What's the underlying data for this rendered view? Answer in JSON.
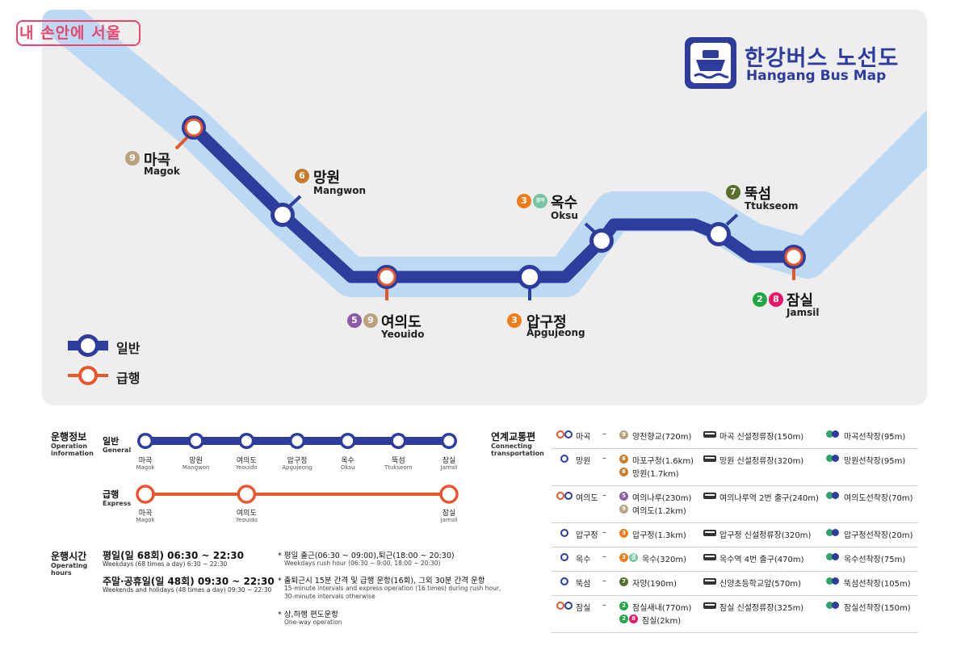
{
  "brand": {
    "text": "내 손안에 서울"
  },
  "title": {
    "ko": "한강버스 노선도",
    "en": "Hangang Bus Map"
  },
  "colors": {
    "general": "#2e3c9e",
    "express": "#e8572b",
    "river": "#bcd8f2",
    "panel": "#eeeeee"
  },
  "legend": {
    "general": "일반",
    "express": "급행"
  },
  "stations": [
    {
      "ko": "마곡",
      "en": "Magok",
      "lines": [
        {
          "label": "9",
          "color": "#b8a37e"
        }
      ]
    },
    {
      "ko": "망원",
      "en": "Mangwon",
      "lines": [
        {
          "label": "6",
          "color": "#c87b2c"
        }
      ]
    },
    {
      "ko": "여의도",
      "en": "Yeouido",
      "lines": [
        {
          "label": "5",
          "color": "#8c5aa8"
        },
        {
          "label": "9",
          "color": "#b8a37e"
        }
      ]
    },
    {
      "ko": "압구정",
      "en": "Apgujeong",
      "lines": [
        {
          "label": "3",
          "color": "#ef7c1c"
        }
      ]
    },
    {
      "ko": "옥수",
      "en": "Oksu",
      "lines": [
        {
          "label": "3",
          "color": "#ef7c1c"
        },
        {
          "label": "경의",
          "color": "#77c4a3"
        }
      ]
    },
    {
      "ko": "뚝섬",
      "en": "Ttukseom",
      "lines": [
        {
          "label": "7",
          "color": "#5a6e2e"
        }
      ]
    },
    {
      "ko": "잠실",
      "en": "Jamsil",
      "lines": [
        {
          "label": "2",
          "color": "#22a644"
        },
        {
          "label": "8",
          "color": "#e6186c"
        }
      ]
    }
  ],
  "operation": {
    "title_ko": "운행정보",
    "title_en": "Operation information",
    "general_ko": "일반",
    "general_en": "General",
    "express_ko": "급행",
    "express_en": "Express"
  },
  "hours": {
    "title_ko": "운행시간",
    "title_en": "Operating hours",
    "weekday": "평일(일 68회) 06:30 ~ 22:30",
    "weekday_en": "Weekdays (68 times a day) 6:30 ~ 22:30",
    "weekend": "주말·공휴일(일 48회) 09:30 ~ 22:30",
    "weekend_en": "Weekends and holidays (48 times a day) 09:30 ~ 22:30",
    "notes": [
      {
        "ko": "* 평일 출근(06:30 ~ 09:00),퇴근(18:00 ~ 20:30)",
        "en": "Weekdays rush hour (06:30 ~ 9:00, 18:00 ~ 20:30)"
      },
      {
        "ko": "* 출퇴근시 15분 간격 및 급행 운항(16회), 그외 30분 간격 운항",
        "en": "15-minute intervals and express operation (16 times) during rush hour,",
        "en2": "30-minute intervals otherwise"
      },
      {
        "ko": "* 상,하행 편도운항",
        "en": "One-way operation"
      }
    ]
  },
  "connect": {
    "title_ko": "연계교통편",
    "title_en": "Connecting transportation",
    "dash": "–",
    "rows": [
      {
        "station": "마곡",
        "express": true,
        "subway": [
          {
            "badges": [
              {
                "label": "9",
                "color": "#b8a37e"
              }
            ],
            "text": "양천향교(720m)"
          }
        ],
        "bus": "마곡 신설정류장(150m)",
        "ferry": "마곡선착장(95m)"
      },
      {
        "station": "망원",
        "express": false,
        "subway": [
          {
            "badges": [
              {
                "label": "6",
                "color": "#c87b2c"
              }
            ],
            "text": "마포구청(1.6km)"
          },
          {
            "badges": [
              {
                "label": "6",
                "color": "#c87b2c"
              }
            ],
            "text": "망원(1.7km)"
          }
        ],
        "bus": "망원 신설정류장(320m)",
        "ferry": "망원선착장(95m)"
      },
      {
        "station": "여의도",
        "express": true,
        "subway": [
          {
            "badges": [
              {
                "label": "5",
                "color": "#8c5aa8"
              }
            ],
            "text": "여의나루(230m)"
          },
          {
            "badges": [
              {
                "label": "9",
                "color": "#b8a37e"
              }
            ],
            "text": "여의도(1.2km)"
          }
        ],
        "bus": "여의나루역 2번 출구(240m)",
        "ferry": "여의도선착장(70m)"
      },
      {
        "station": "압구정",
        "express": false,
        "subway": [
          {
            "badges": [
              {
                "label": "3",
                "color": "#ef7c1c"
              }
            ],
            "text": "압구정(1.3km)"
          }
        ],
        "bus": "압구정 신설정류장(320m)",
        "ferry": "압구정선착장(20m)"
      },
      {
        "station": "옥수",
        "express": false,
        "subway": [
          {
            "badges": [
              {
                "label": "3",
                "color": "#ef7c1c"
              },
              {
                "label": "경",
                "color": "#77c4a3"
              }
            ],
            "text": "옥수(320m)"
          }
        ],
        "bus": "옥수역 4번 출구(470m)",
        "ferry": "옥수선착장(75m)"
      },
      {
        "station": "뚝섬",
        "express": false,
        "subway": [
          {
            "badges": [
              {
                "label": "7",
                "color": "#5a6e2e"
              }
            ],
            "text": "자양(190m)"
          }
        ],
        "bus": "신양초등학교앞(570m)",
        "ferry": "뚝섬선착장(105m)"
      },
      {
        "station": "잠실",
        "express": true,
        "subway": [
          {
            "badges": [
              {
                "label": "2",
                "color": "#22a644"
              }
            ],
            "text": "잠실새내(770m)"
          },
          {
            "badges": [
              {
                "label": "2",
                "color": "#22a644"
              },
              {
                "label": "8",
                "color": "#e6186c"
              }
            ],
            "text": "잠실(2km)"
          }
        ],
        "bus": "잠실 신설정류장(325m)",
        "ferry": "잠실선착장(150m)"
      }
    ]
  }
}
